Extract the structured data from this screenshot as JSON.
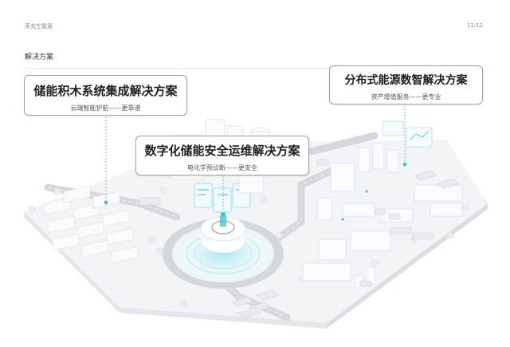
{
  "header": {
    "brand": "英充生能源",
    "page": "11/12"
  },
  "section": {
    "title": "解决方案"
  },
  "callouts": [
    {
      "title": "储能积木系统集成解决方案",
      "subtitle": "云端智能护航——更靠谱"
    },
    {
      "title": "数字化储能安全运维解决方案",
      "subtitle": "电化学预诊断——更安全"
    },
    {
      "title": "分布式能源数智解决方案",
      "subtitle": "资产增值服务——更专业"
    }
  ],
  "colors": {
    "accent": "#3fc2d6",
    "road": "#d6d9de",
    "ground": "#f1f3f5",
    "building": "#fafbfc"
  }
}
